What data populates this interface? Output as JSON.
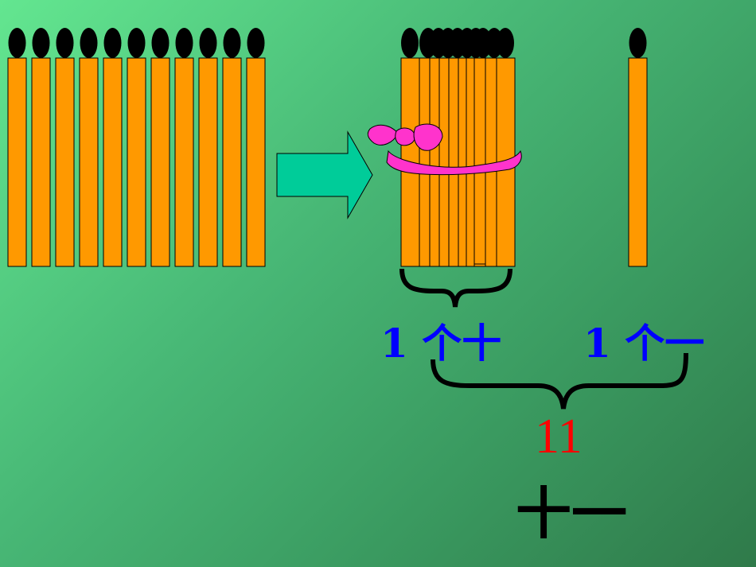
{
  "colors": {
    "stick": "#ff9900",
    "stick_head": "#000000",
    "arrow": "#00cc99",
    "ribbon": "#ff33cc",
    "label_blue": "#0000ff",
    "number_red": "#ff0000",
    "word_black": "#000000"
  },
  "content": {
    "tens_label": "1 个十",
    "ones_label": "1 个一",
    "number": "11",
    "number_word": "十一"
  },
  "icons": {
    "arrow": "right-arrow-icon",
    "ribbon": "ribbon-bow-icon",
    "brace": "curly-brace-icon"
  }
}
